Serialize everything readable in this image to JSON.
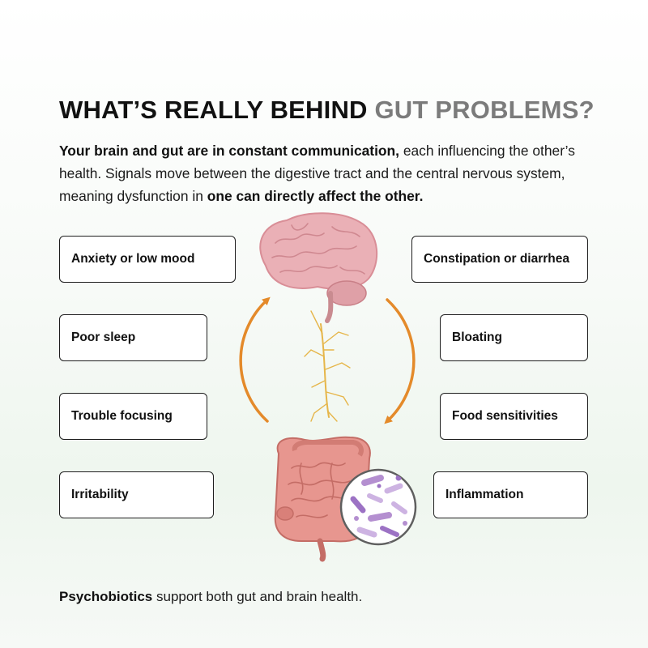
{
  "title": {
    "main": "WHAT’S REALLY BEHIND",
    "accent": "GUT PROBLEMS?"
  },
  "intro": {
    "bold_1": "Your brain and gut are in constant communication,",
    "text_1": " each influencing the other’s health. Signals move between the digestive tract and the central nervous system, meaning dysfunction in ",
    "bold_2": "one can directly affect the other."
  },
  "left_symptoms": [
    "Anxiety or low mood",
    "Poor sleep",
    "Trouble focusing",
    "Irritability"
  ],
  "right_symptoms": [
    "Constipation or diarrhea",
    "Bloating",
    "Food sensitivities",
    "Inflammation"
  ],
  "illustration": {
    "brain_icon": "brain-icon",
    "nerve_icon": "vagus-nerve-icon",
    "gut_icon": "intestines-icon",
    "microbe_icon": "gut-bacteria-icon",
    "colors": {
      "arrow": "#e48a2a",
      "brain": "#e9b1b6",
      "nerve": "#e6b64a",
      "gut": "#d67e76",
      "microbe": "#b48fd0"
    }
  },
  "footer": {
    "bold": "Psychobiotics",
    "text": " support both gut and brain health."
  }
}
